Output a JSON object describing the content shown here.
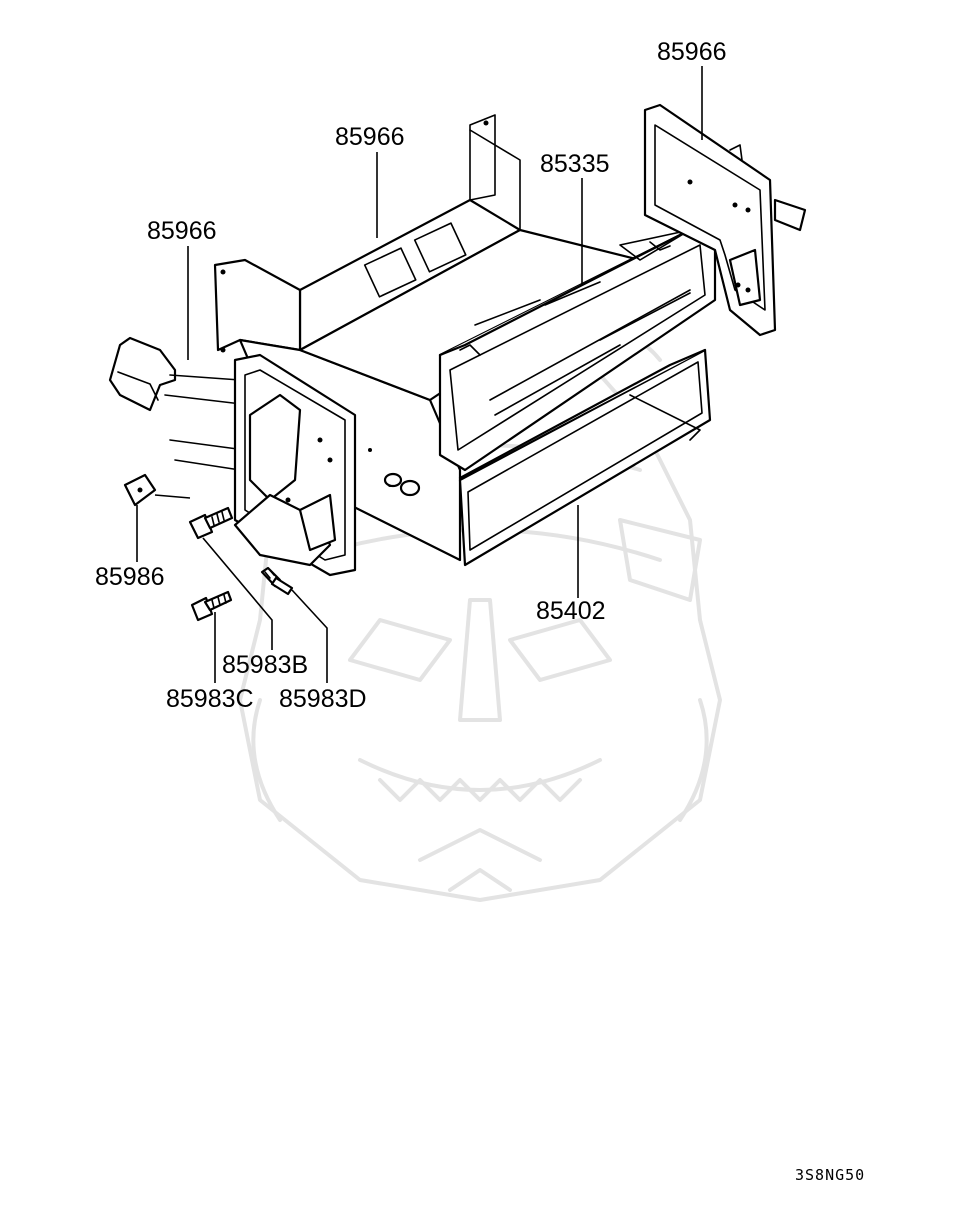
{
  "callouts": {
    "bracket_top_right": "85966",
    "bracket_top_center": "85966",
    "bracket_left": "85966",
    "pocket_upper": "85335",
    "pocket_lower": "85402",
    "clip_nut": "85986",
    "bolt": "85983B",
    "screw_c": "85983C",
    "screw_d": "85983D"
  },
  "diagram_code": "3S8NG50",
  "icons": {
    "watermark": "samurai-mask-watermark-icon"
  }
}
